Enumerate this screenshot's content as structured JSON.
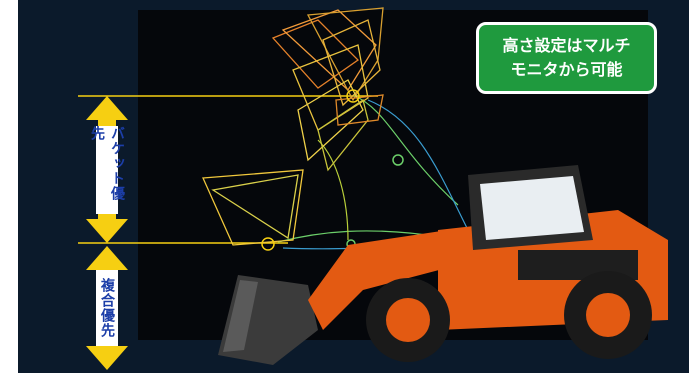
{
  "callout": {
    "line1": "高さ設定はマルチ",
    "line2": "モニタから可能"
  },
  "labels": {
    "upper": "バケット優先",
    "lower": "複合優先"
  },
  "colors": {
    "background": "#0b1a2b",
    "callout_bg": "#1f9a3e",
    "arrow_yellow": "#f6cf12",
    "label_text": "#1c3ea8",
    "machine_orange": "#e35a12"
  }
}
